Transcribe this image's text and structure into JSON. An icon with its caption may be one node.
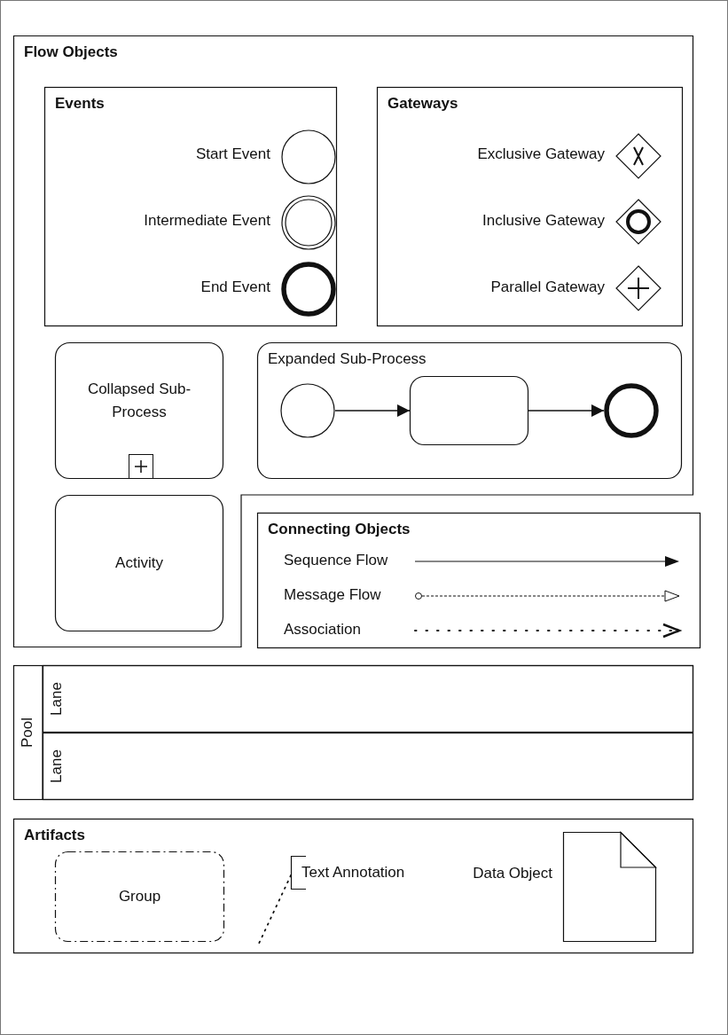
{
  "diagram": {
    "nodes": [
      {
        "text": [
          "Flow Objects"
        ]
      },
      {
        "text": [
          "Events"
        ],
        "in": 0
      },
      {
        "text": [],
        "shape": "circle",
        "beside": [
          "Start Event"
        ],
        "in": 1
      },
      {
        "text": [],
        "shape": "circle",
        "beside": [
          "Intermediate Event"
        ],
        "in": 1
      },
      {
        "text": [],
        "shape": "circle",
        "beside": [
          "End Event"
        ],
        "in": 1
      },
      {
        "text": [
          "Gateways"
        ],
        "in": 0
      },
      {
        "text": [],
        "shape": "diamond",
        "beside": [
          "Exclusive Gateway"
        ],
        "in": 5
      },
      {
        "text": [],
        "shape": "diamond",
        "beside": [
          "Inclusive Gateway"
        ],
        "in": 5
      },
      {
        "text": [],
        "shape": "diamond",
        "beside": [
          "Parallel Gateway"
        ],
        "in": 5
      },
      {
        "text": [
          "Collapsed Sub-Process"
        ],
        "in": 0
      },
      {
        "text": [
          "Expanded Sub-Process"
        ],
        "in": 0
      },
      {
        "text": [],
        "shape": "circle",
        "in": 10
      },
      {
        "text": [],
        "shape": "box",
        "in": 10
      },
      {
        "text": [],
        "shape": "circle",
        "in": 10
      },
      {
        "text": [
          "Activity"
        ],
        "in": 0
      },
      {
        "text": [
          "Connecting Objects"
        ]
      },
      {
        "text": [
          "Pool"
        ]
      },
      {
        "text": [
          "Lane"
        ],
        "in": 16
      },
      {
        "text": [
          "Lane"
        ],
        "in": 16
      },
      {
        "text": [
          "Artifacts"
        ]
      },
      {
        "text": [
          "Group"
        ],
        "in": 19
      },
      {
        "text": [
          "Text Annotation"
        ],
        "in": 19
      },
      {
        "text": [],
        "shape": "document",
        "beside": [
          "Data Object"
        ],
        "in": 19
      }
    ],
    "edges": [
      {
        "from": 11,
        "to": 12,
        "arrow": "to"
      },
      {
        "from": 12,
        "to": 13,
        "arrow": "to"
      },
      {
        "from": 21,
        "to": null,
        "arrow": "none",
        "style": "dashed"
      }
    ],
    "legend": [
      {
        "text": "Sequence Flow"
      },
      {
        "text": "Message Flow"
      },
      {
        "text": "Association"
      }
    ]
  }
}
